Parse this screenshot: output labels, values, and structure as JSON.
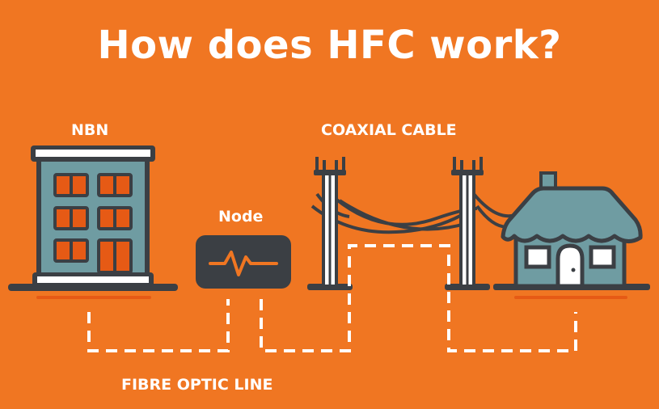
{
  "title": "How does HFC work?",
  "labels": {
    "nbn": "NBN",
    "coaxial_cable": "COAXIAL CABLE",
    "node": "Node",
    "fibre_optic_line": "FIBRE OPTIC LINE"
  },
  "colors": {
    "background": "#f07622",
    "outline": "#3b3f44",
    "fill": "#6f9ca2",
    "white": "#ffffff",
    "shadow": "#e65a15"
  },
  "icons": [
    "building-icon",
    "node-icon",
    "pulse-icon",
    "utility-pole-icon",
    "house-icon"
  ]
}
